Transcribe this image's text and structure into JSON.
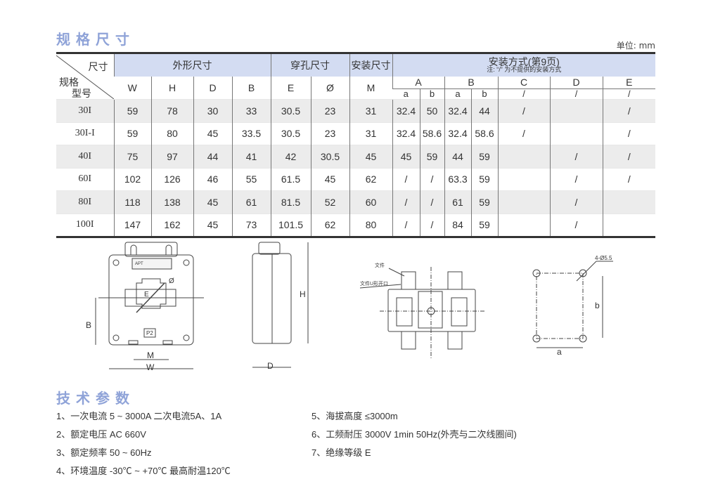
{
  "sections": {
    "dimensions_title": "规格尺寸",
    "tech_title": "技术参数"
  },
  "unit": "单位: mm",
  "table": {
    "corner_top": "尺寸",
    "corner_bottom1": "规格",
    "corner_bottom2": "型号",
    "groups": [
      "外形尺寸",
      "穿孔尺寸",
      "安装尺寸"
    ],
    "install_title": "安装方式(第9页)",
    "install_note": "注: “/” 为不提供的安装方式",
    "cols": [
      "W",
      "H",
      "D",
      "B",
      "E",
      "Ø",
      "M"
    ],
    "install_cols": [
      "A",
      "B",
      "C",
      "D",
      "E"
    ],
    "install_sub": [
      "a",
      "b",
      "a",
      "b",
      "/",
      "/",
      "/"
    ],
    "rows": [
      [
        "30I",
        "59",
        "78",
        "30",
        "33",
        "30.5",
        "23",
        "31",
        "32.4",
        "50",
        "32.4",
        "44",
        "/",
        "",
        "/"
      ],
      [
        "30I-I",
        "59",
        "80",
        "45",
        "33.5",
        "30.5",
        "23",
        "31",
        "32.4",
        "58.6",
        "32.4",
        "58.6",
        "/",
        "",
        "/"
      ],
      [
        "40I",
        "75",
        "97",
        "44",
        "41",
        "42",
        "30.5",
        "45",
        "45",
        "59",
        "44",
        "59",
        "",
        "/",
        "/"
      ],
      [
        "60I",
        "102",
        "126",
        "46",
        "55",
        "61.5",
        "45",
        "62",
        "/",
        "/",
        "63.3",
        "59",
        "",
        "/",
        "/"
      ],
      [
        "80I",
        "118",
        "138",
        "45",
        "61",
        "81.5",
        "52",
        "60",
        "/",
        "/",
        "61",
        "59",
        "",
        "/",
        ""
      ],
      [
        "100I",
        "147",
        "162",
        "45",
        "73",
        "101.5",
        "62",
        "80",
        "/",
        "/",
        "84",
        "59",
        "",
        "/",
        ""
      ]
    ]
  },
  "drawings": {
    "front": {
      "brand": "APT",
      "terminal": "P2",
      "labels": [
        "Ø",
        "E",
        "B",
        "M",
        "W"
      ]
    },
    "side": {
      "labels": [
        "H",
        "D"
      ]
    },
    "mount": {
      "labels": [
        "文件",
        "文件U形开口"
      ]
    },
    "holes": {
      "labels": [
        "4-Ø5.5",
        "a",
        "b"
      ]
    }
  },
  "specs": [
    "1、一次电流  5 ~ 3000A  二次电流5A、1A",
    "2、额定电压  AC 660V",
    "3、额定频率  50 ~ 60Hz",
    "4、环境温度  -30℃ ~ +70℃  最高耐温120℃",
    "5、海拔高度  ≤3000m",
    "6、工频耐压  3000V 1min 50Hz(外壳与二次线圈间)",
    "7、绝缘等级  E"
  ]
}
